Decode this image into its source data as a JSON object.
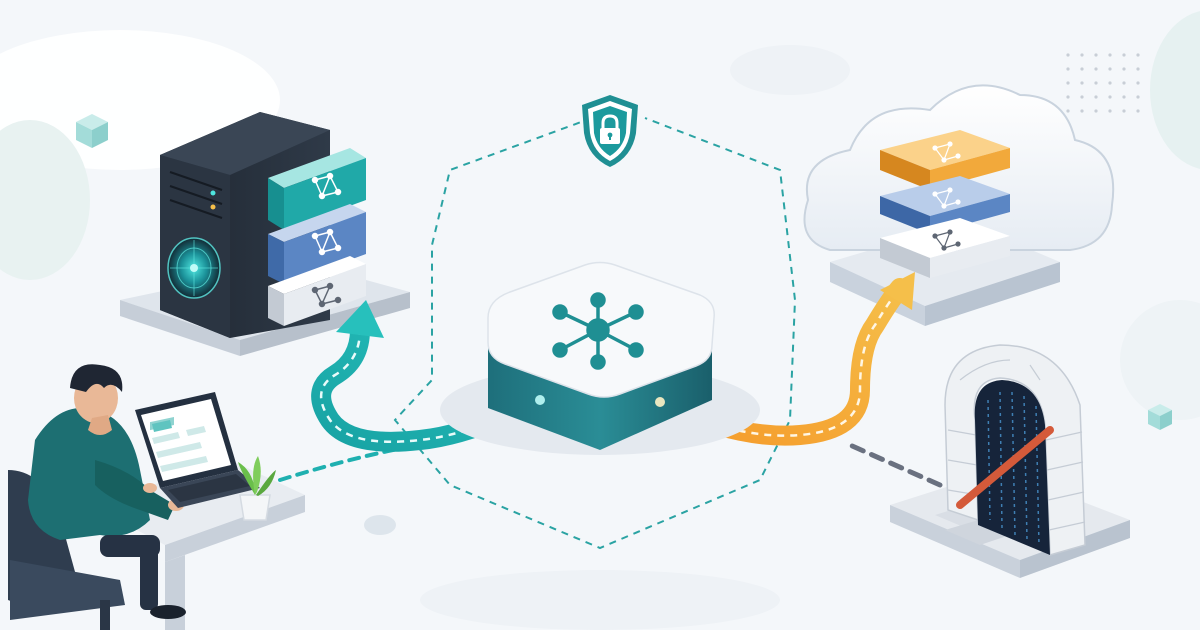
{
  "diagram": {
    "nodes": [
      {
        "id": "on-prem-server",
        "kind": "server-tower",
        "modules": [
          "teal",
          "blue",
          "grey"
        ]
      },
      {
        "id": "central-hub",
        "kind": "network-hub",
        "icon": "network-hub-icon"
      },
      {
        "id": "cloud-storage",
        "kind": "cloud",
        "layers": [
          "orange",
          "blue",
          "grey"
        ]
      },
      {
        "id": "user-workstation",
        "kind": "person-at-laptop"
      },
      {
        "id": "legacy-archive",
        "kind": "stone-archway",
        "state": "blocked"
      }
    ],
    "edges": [
      {
        "from": "central-hub",
        "to": "on-prem-server",
        "style": "arrow",
        "color": "#1fb0b0"
      },
      {
        "from": "central-hub",
        "to": "cloud-storage",
        "style": "arrow",
        "color": "#f2a93b"
      },
      {
        "from": "user-workstation",
        "to": "central-hub",
        "style": "dashed",
        "color": "#1fb0b0"
      },
      {
        "from": "legacy-archive",
        "to": "central-hub",
        "style": "dashed",
        "color": "#6a7180"
      }
    ],
    "security_boundary": {
      "icon": "shield-lock-icon",
      "style": "dashed",
      "color": "#2aa3a3"
    }
  },
  "colors": {
    "teal": "#1fa7a8",
    "teal_dark": "#17636e",
    "orange": "#f2a93b",
    "blue": "#5b86c4",
    "grey_light": "#e9edf2",
    "server_dark": "#262f3b",
    "background": "#f4f7fa"
  }
}
